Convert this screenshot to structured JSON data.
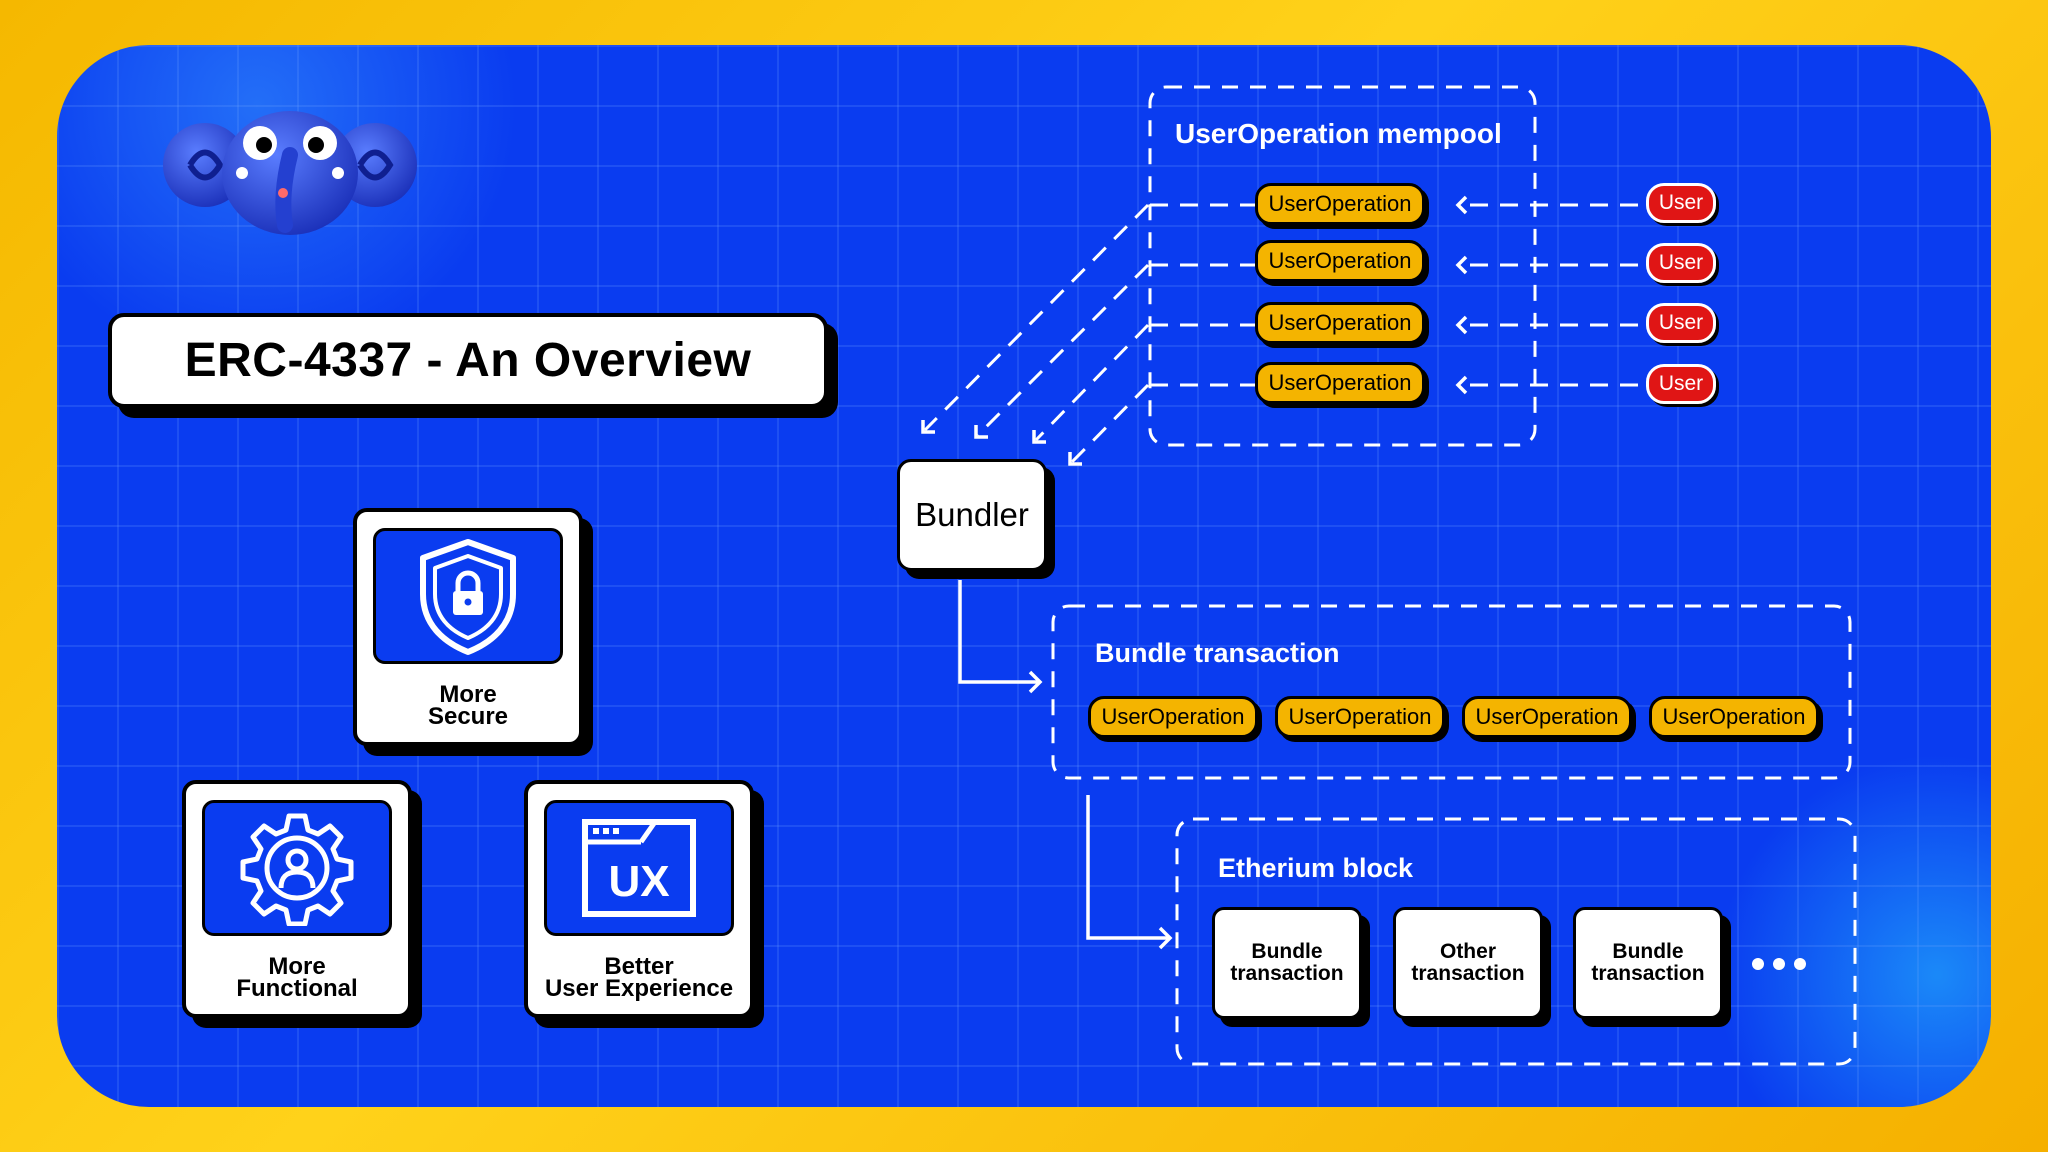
{
  "title": "ERC-4337 - An Overview",
  "features": [
    {
      "label_line1": "More",
      "label_line2": "Secure",
      "icon": "shield-lock-icon"
    },
    {
      "label_line1": "More",
      "label_line2": "Functional",
      "icon": "gear-user-icon"
    },
    {
      "label_line1": "Better",
      "label_line2": "User Experience",
      "icon": "ux-window-icon",
      "icon_text": "UX"
    }
  ],
  "mempool": {
    "title": "UserOperation mempool",
    "operations": [
      "UserOperation",
      "UserOperation",
      "UserOperation",
      "UserOperation"
    ],
    "users": [
      "User",
      "User",
      "User",
      "User"
    ]
  },
  "bundler": {
    "label": "Bundler"
  },
  "bundle_transaction": {
    "title": "Bundle transaction",
    "operations": [
      "UserOperation",
      "UserOperation",
      "UserOperation",
      "UserOperation"
    ]
  },
  "ethereum_block": {
    "title": "Etherium block",
    "transactions": [
      {
        "line1": "Bundle",
        "line2": "transaction"
      },
      {
        "line1": "Other",
        "line2": "transaction"
      },
      {
        "line1": "Bundle",
        "line2": "transaction"
      }
    ]
  },
  "colors": {
    "background": "#0a3cf0",
    "frame": "#f5b800",
    "operation_pill": "#f4b400",
    "user_pill": "#e01515"
  }
}
